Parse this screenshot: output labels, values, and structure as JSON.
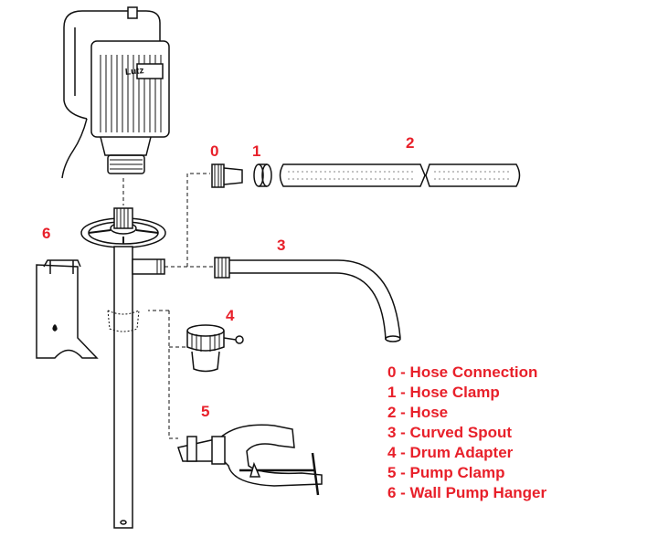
{
  "logo_text": "Lutz",
  "accent_color": "#e8202a",
  "part_numbers": {
    "hose_connection": "0",
    "hose_clamp": "1",
    "hose": "2",
    "curved_spout": "3",
    "drum_adapter": "4",
    "pump_clamp": "5",
    "wall_pump_hanger": "6"
  },
  "legend": [
    "0 - Hose Connection",
    "1 - Hose Clamp",
    "2 - Hose",
    "3 - Curved Spout",
    "4 - Drum Adapter",
    "5 - Pump Clamp",
    "6 - Wall Pump Hanger"
  ]
}
